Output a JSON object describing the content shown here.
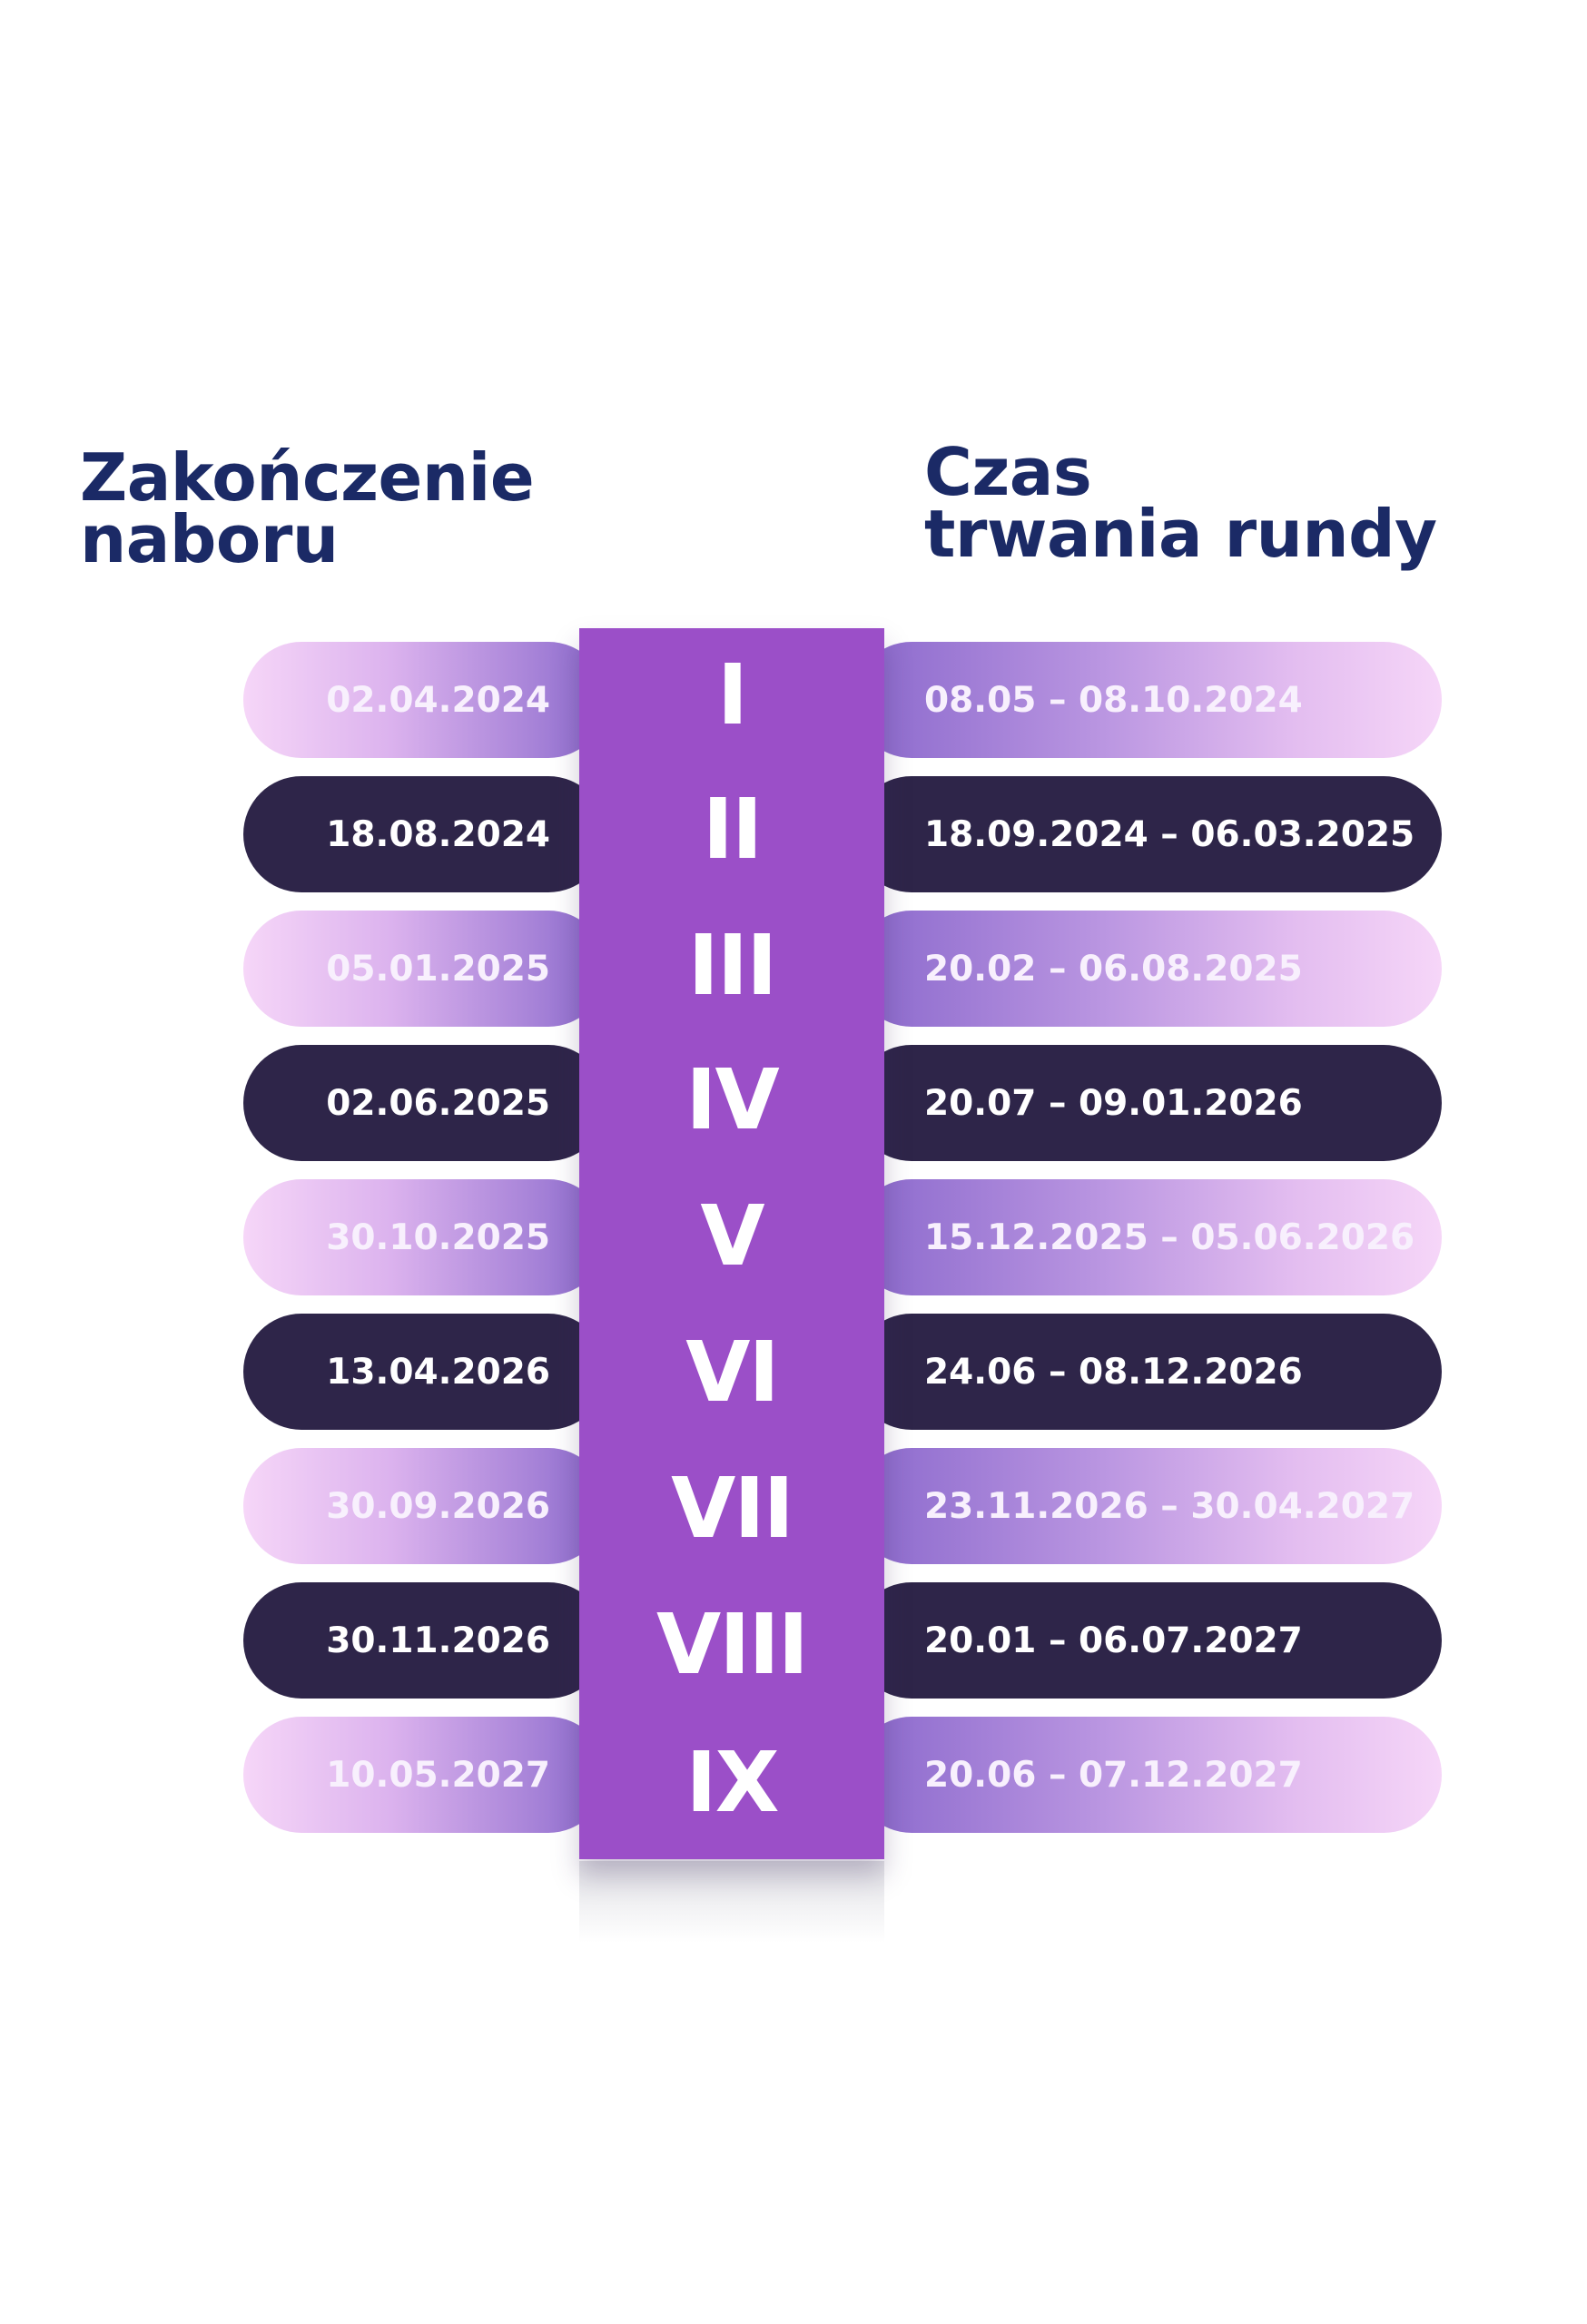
{
  "headings": {
    "left": [
      "Zakończenie",
      "naboru"
    ],
    "right": [
      "Czas",
      "trwania rundy"
    ]
  },
  "colors": {
    "heading": "#1b2a66",
    "center_column": "#9b4fc8",
    "dark_row": "#2e2549",
    "light_row_start": "#f6d6f8",
    "light_row_end": "#8a68cc",
    "row_text": "#ffffff"
  },
  "rounds": [
    {
      "numeral": "I",
      "end_date": "02.04.2024",
      "duration": "08.05 – 08.10.2024",
      "style": "light"
    },
    {
      "numeral": "II",
      "end_date": "18.08.2024",
      "duration": "18.09.2024 – 06.03.2025",
      "style": "dark"
    },
    {
      "numeral": "III",
      "end_date": "05.01.2025",
      "duration": "20.02 – 06.08.2025",
      "style": "light"
    },
    {
      "numeral": "IV",
      "end_date": "02.06.2025",
      "duration": "20.07 – 09.01.2026",
      "style": "dark"
    },
    {
      "numeral": "V",
      "end_date": "30.10.2025",
      "duration": "15.12.2025 – 05.06.2026",
      "style": "light"
    },
    {
      "numeral": "VI",
      "end_date": "13.04.2026",
      "duration": "24.06 – 08.12.2026",
      "style": "dark"
    },
    {
      "numeral": "VII",
      "end_date": "30.09.2026",
      "duration": "23.11.2026 – 30.04.2027",
      "style": "light"
    },
    {
      "numeral": "VIII",
      "end_date": "30.11.2026",
      "duration": "20.01 – 06.07.2027",
      "style": "dark"
    },
    {
      "numeral": "IX",
      "end_date": "10.05.2027",
      "duration": "20.06 – 07.12.2027",
      "style": "light"
    }
  ]
}
